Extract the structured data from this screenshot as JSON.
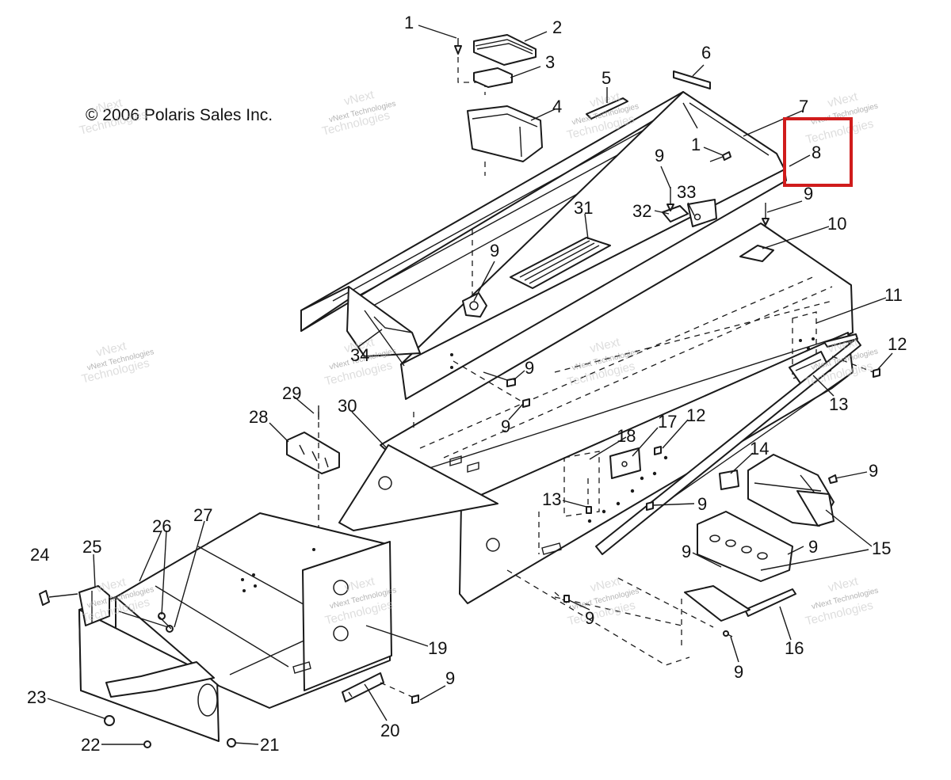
{
  "copyright": "© 2006 Polaris Sales Inc.",
  "watermark": {
    "line1": "vNext",
    "line2": "Technologies",
    "small": "vNext Technologies"
  },
  "highlight": {
    "color": "#d01c1c",
    "callout": "8"
  },
  "callouts": {
    "c1a": "1",
    "c2": "2",
    "c3": "3",
    "c4": "4",
    "c5": "5",
    "c6": "6",
    "c7": "7",
    "c8": "8",
    "c1b": "1",
    "c9a": "9",
    "c33": "33",
    "c32": "32",
    "c9b": "9",
    "c10": "10",
    "c31": "31",
    "c9c": "9",
    "c11": "11",
    "c12a": "12",
    "c34": "34",
    "c9d": "9",
    "c13a": "13",
    "c9e": "9",
    "c29": "29",
    "c30": "30",
    "c28": "28",
    "c18": "18",
    "c17": "17",
    "c12b": "12",
    "c14": "14",
    "c9f": "9",
    "c13b": "13",
    "c9g": "9",
    "c24": "24",
    "c25": "25",
    "c26": "26",
    "c27": "27",
    "c9h": "9",
    "c9i": "9",
    "c15": "15",
    "c9j": "9",
    "c19": "19",
    "c16": "16",
    "c9k": "9",
    "c9l": "9",
    "c23": "23",
    "c20": "20",
    "c22": "22",
    "c21": "21"
  }
}
